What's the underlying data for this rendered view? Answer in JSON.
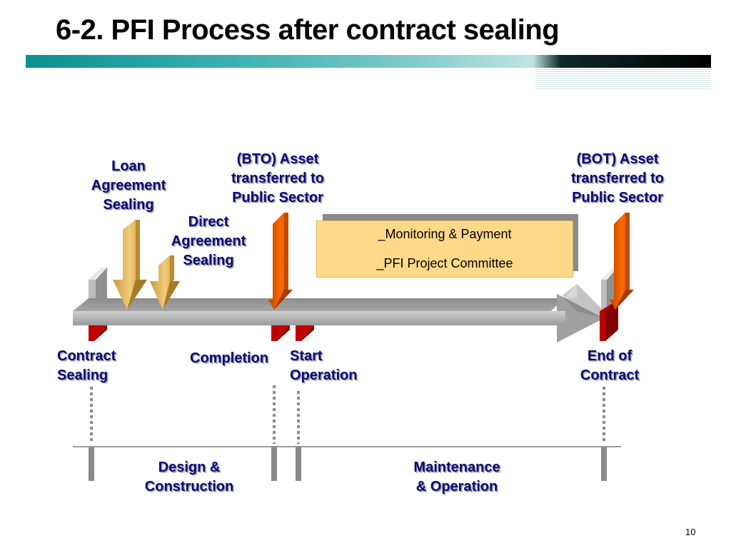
{
  "slide": {
    "title": "6-2. PFI Process after contract sealing",
    "page_number": "10"
  },
  "events_above": {
    "loan_agreement": [
      "Loan",
      "Agreement",
      "Sealing"
    ],
    "direct_agreement": [
      "Direct",
      "Agreement",
      "Sealing"
    ],
    "bto_asset": [
      "(BTO) Asset",
      "transferred to",
      "Public Sector"
    ],
    "bot_asset": [
      "(BOT) Asset",
      "transferred to",
      "Public Sector"
    ]
  },
  "milestones_below": {
    "contract_sealing": [
      "Contract",
      "Sealing"
    ],
    "completion": [
      "Completion"
    ],
    "start_operation": [
      "Start",
      "Operation"
    ],
    "end_of_contract": [
      "End of",
      "Contract"
    ]
  },
  "info_box": {
    "line1": "_Monitoring & Payment",
    "line2": "_PFI Project Committee"
  },
  "phases": {
    "design_construction": [
      "Design &",
      "Construction"
    ],
    "maintenance_operation": [
      "Maintenance",
      "& Operation"
    ]
  },
  "colors": {
    "teal_bar": "#0a8f8f",
    "label_navy": "#0a0a7a",
    "info_box_fill": "#ffd98a",
    "timeline_gray": "#a6a6a6",
    "marker_red": "#c00000",
    "arrow_orange": "#e05a00",
    "arrow_gold": "#e0b860"
  }
}
